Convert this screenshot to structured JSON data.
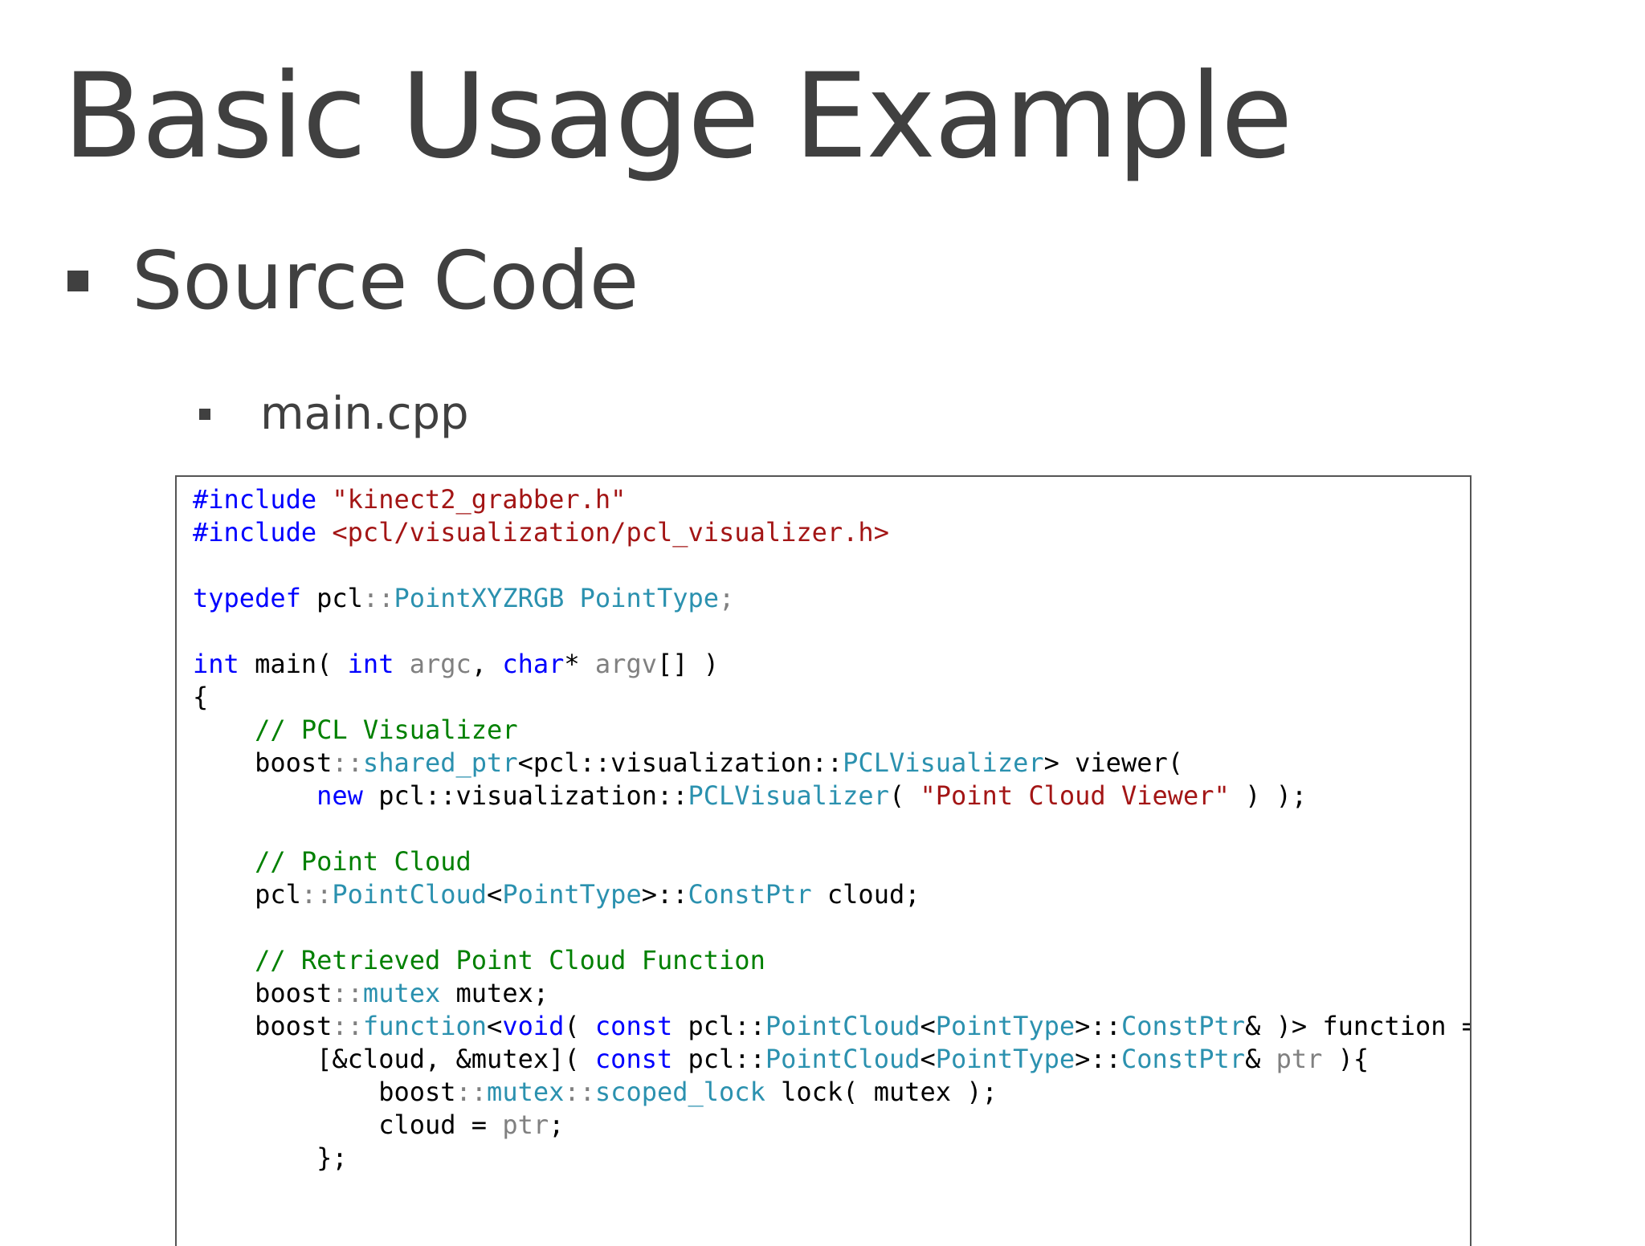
{
  "slide": {
    "title": "Basic Usage Example",
    "bullet_level1": "Source Code",
    "bullet_level2": "main.cpp"
  },
  "colors": {
    "keyword": "#0000ff",
    "string": "#a31515",
    "type": "#2b91af",
    "param": "#808080",
    "comment": "#008000",
    "plain": "#000000",
    "slide_text": "#404040"
  },
  "code": {
    "lines": [
      [
        [
          "k",
          "#include "
        ],
        [
          "s",
          "\"kinect2_grabber.h\""
        ]
      ],
      [
        [
          "k",
          "#include "
        ],
        [
          "s",
          "<pcl/visualization/pcl_visualizer.h>"
        ]
      ],
      [],
      [
        [
          "k",
          "typedef "
        ],
        [
          "o",
          "pcl"
        ],
        [
          "p",
          "::"
        ],
        [
          "t",
          "PointXYZRGB PointType"
        ],
        [
          "p",
          ";"
        ]
      ],
      [],
      [
        [
          "k",
          "int "
        ],
        [
          "o",
          "main( "
        ],
        [
          "k",
          "int "
        ],
        [
          "p",
          "argc"
        ],
        [
          "o",
          ", "
        ],
        [
          "k",
          "char"
        ],
        [
          "o",
          "* "
        ],
        [
          "p",
          "argv"
        ],
        [
          "o",
          "[] )"
        ]
      ],
      [
        [
          "o",
          "{"
        ]
      ],
      [
        [
          "o",
          "    "
        ],
        [
          "c",
          "// PCL Visualizer"
        ]
      ],
      [
        [
          "o",
          "    boost"
        ],
        [
          "p",
          "::"
        ],
        [
          "t",
          "shared_ptr"
        ],
        [
          "o",
          "<pcl::visualization::"
        ],
        [
          "t",
          "PCLVisualizer"
        ],
        [
          "o",
          "> viewer("
        ]
      ],
      [
        [
          "o",
          "        "
        ],
        [
          "k",
          "new "
        ],
        [
          "o",
          "pcl::visualization::"
        ],
        [
          "t",
          "PCLVisualizer"
        ],
        [
          "o",
          "( "
        ],
        [
          "s",
          "\"Point Cloud Viewer\""
        ],
        [
          "o",
          " ) );"
        ]
      ],
      [],
      [
        [
          "o",
          "    "
        ],
        [
          "c",
          "// Point Cloud"
        ]
      ],
      [
        [
          "o",
          "    pcl"
        ],
        [
          "p",
          "::"
        ],
        [
          "t",
          "PointCloud"
        ],
        [
          "o",
          "<"
        ],
        [
          "t",
          "PointType"
        ],
        [
          "o",
          ">::"
        ],
        [
          "t",
          "ConstPtr"
        ],
        [
          "o",
          " cloud;"
        ]
      ],
      [],
      [
        [
          "o",
          "    "
        ],
        [
          "c",
          "// Retrieved Point Cloud Function"
        ]
      ],
      [
        [
          "o",
          "    boost"
        ],
        [
          "p",
          "::"
        ],
        [
          "t",
          "mutex"
        ],
        [
          "o",
          " mutex;"
        ]
      ],
      [
        [
          "o",
          "    boost"
        ],
        [
          "p",
          "::"
        ],
        [
          "t",
          "function"
        ],
        [
          "o",
          "<"
        ],
        [
          "k",
          "void"
        ],
        [
          "o",
          "( "
        ],
        [
          "k",
          "const "
        ],
        [
          "o",
          "pcl::"
        ],
        [
          "t",
          "PointCloud"
        ],
        [
          "o",
          "<"
        ],
        [
          "t",
          "PointType"
        ],
        [
          "o",
          ">::"
        ],
        [
          "t",
          "ConstPtr"
        ],
        [
          "o",
          "& )> function ="
        ]
      ],
      [
        [
          "o",
          "        [&cloud, &mutex]( "
        ],
        [
          "k",
          "const "
        ],
        [
          "o",
          "pcl::"
        ],
        [
          "t",
          "PointCloud"
        ],
        [
          "o",
          "<"
        ],
        [
          "t",
          "PointType"
        ],
        [
          "o",
          ">::"
        ],
        [
          "t",
          "ConstPtr"
        ],
        [
          "o",
          "& "
        ],
        [
          "p",
          "ptr"
        ],
        [
          "o",
          " ){"
        ]
      ],
      [
        [
          "o",
          "            boost"
        ],
        [
          "p",
          "::"
        ],
        [
          "t",
          "mutex"
        ],
        [
          "p",
          "::"
        ],
        [
          "t",
          "scoped_lock"
        ],
        [
          "o",
          " lock( mutex );"
        ]
      ],
      [
        [
          "o",
          "            cloud = "
        ],
        [
          "p",
          "ptr"
        ],
        [
          "o",
          ";"
        ]
      ],
      [
        [
          "o",
          "        };"
        ]
      ]
    ]
  }
}
